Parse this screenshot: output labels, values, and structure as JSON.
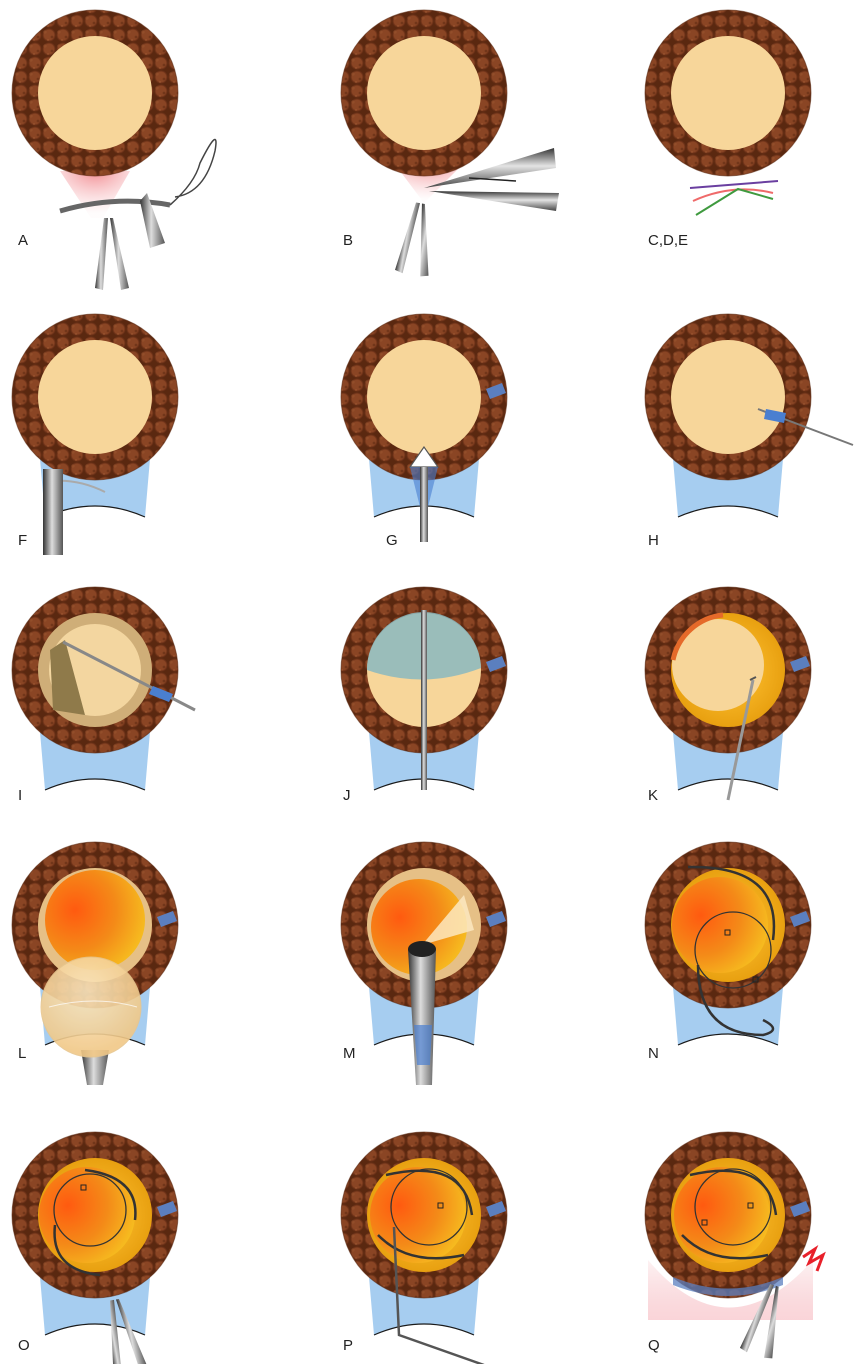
{
  "colors": {
    "iris_brown": "#7a3a1c",
    "iris_dark": "#5a2810",
    "lens": "#f7d69a",
    "conj_blue": "#9cc8ee",
    "conj_band": "#5b7fbf",
    "red_flash": "#e8202a",
    "purple": "#6a3fa0",
    "green": "#3f9a3f",
    "pink": "#ef6a6a"
  },
  "panels": [
    {
      "label": "A",
      "icons": [
        "forceps-icon",
        "suture-needle-icon"
      ]
    },
    {
      "label": "B",
      "icons": [
        "forceps-icon",
        "scissors-icon"
      ]
    },
    {
      "label": "C,D,E",
      "icons": [
        "incision-lines-icon"
      ]
    },
    {
      "label": "F",
      "icons": [
        "cautery-probe-icon"
      ]
    },
    {
      "label": "G",
      "icons": [
        "keratome-blade-icon"
      ]
    },
    {
      "label": "H",
      "icons": [
        "paracentesis-needle-icon"
      ]
    },
    {
      "label": "I",
      "icons": [
        "cannula-icon"
      ]
    },
    {
      "label": "J",
      "icons": [
        "viscoelastic-cannula-icon"
      ]
    },
    {
      "label": "K",
      "icons": [
        "cystotome-icon"
      ]
    },
    {
      "label": "L",
      "icons": [
        "nucleus-expression-icon"
      ]
    },
    {
      "label": "M",
      "icons": [
        "irrigation-aspiration-icon"
      ]
    },
    {
      "label": "N",
      "icons": [
        "iol-implant-icon"
      ]
    },
    {
      "label": "O",
      "icons": [
        "iol-forceps-icon"
      ]
    },
    {
      "label": "P",
      "icons": [
        "sinskey-hook-icon"
      ]
    },
    {
      "label": "Q",
      "icons": [
        "forceps-icon",
        "cautery-spark-icon"
      ]
    }
  ]
}
